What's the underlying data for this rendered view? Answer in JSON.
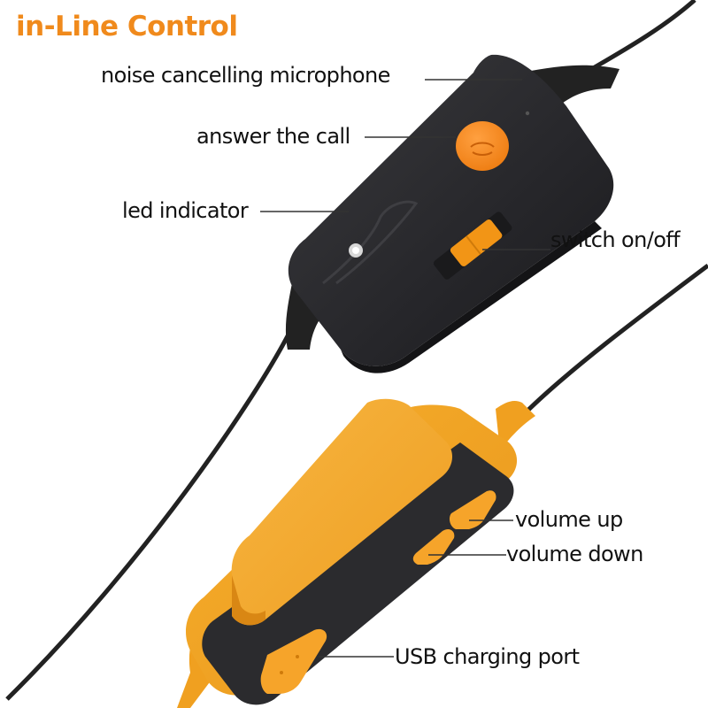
{
  "title": "in-Line Control",
  "labels": {
    "microphone": "noise cancelling microphone",
    "answer_call": "answer the call",
    "led": "led indicator",
    "switch": "switch on/off",
    "volume_up": "volume up",
    "volume_down": "volume down",
    "usb": "USB charging port"
  },
  "colors": {
    "accent": "#f08a1c",
    "body_black": "#2a2a2c",
    "body_orange": "#f5a321",
    "text": "#111111"
  }
}
